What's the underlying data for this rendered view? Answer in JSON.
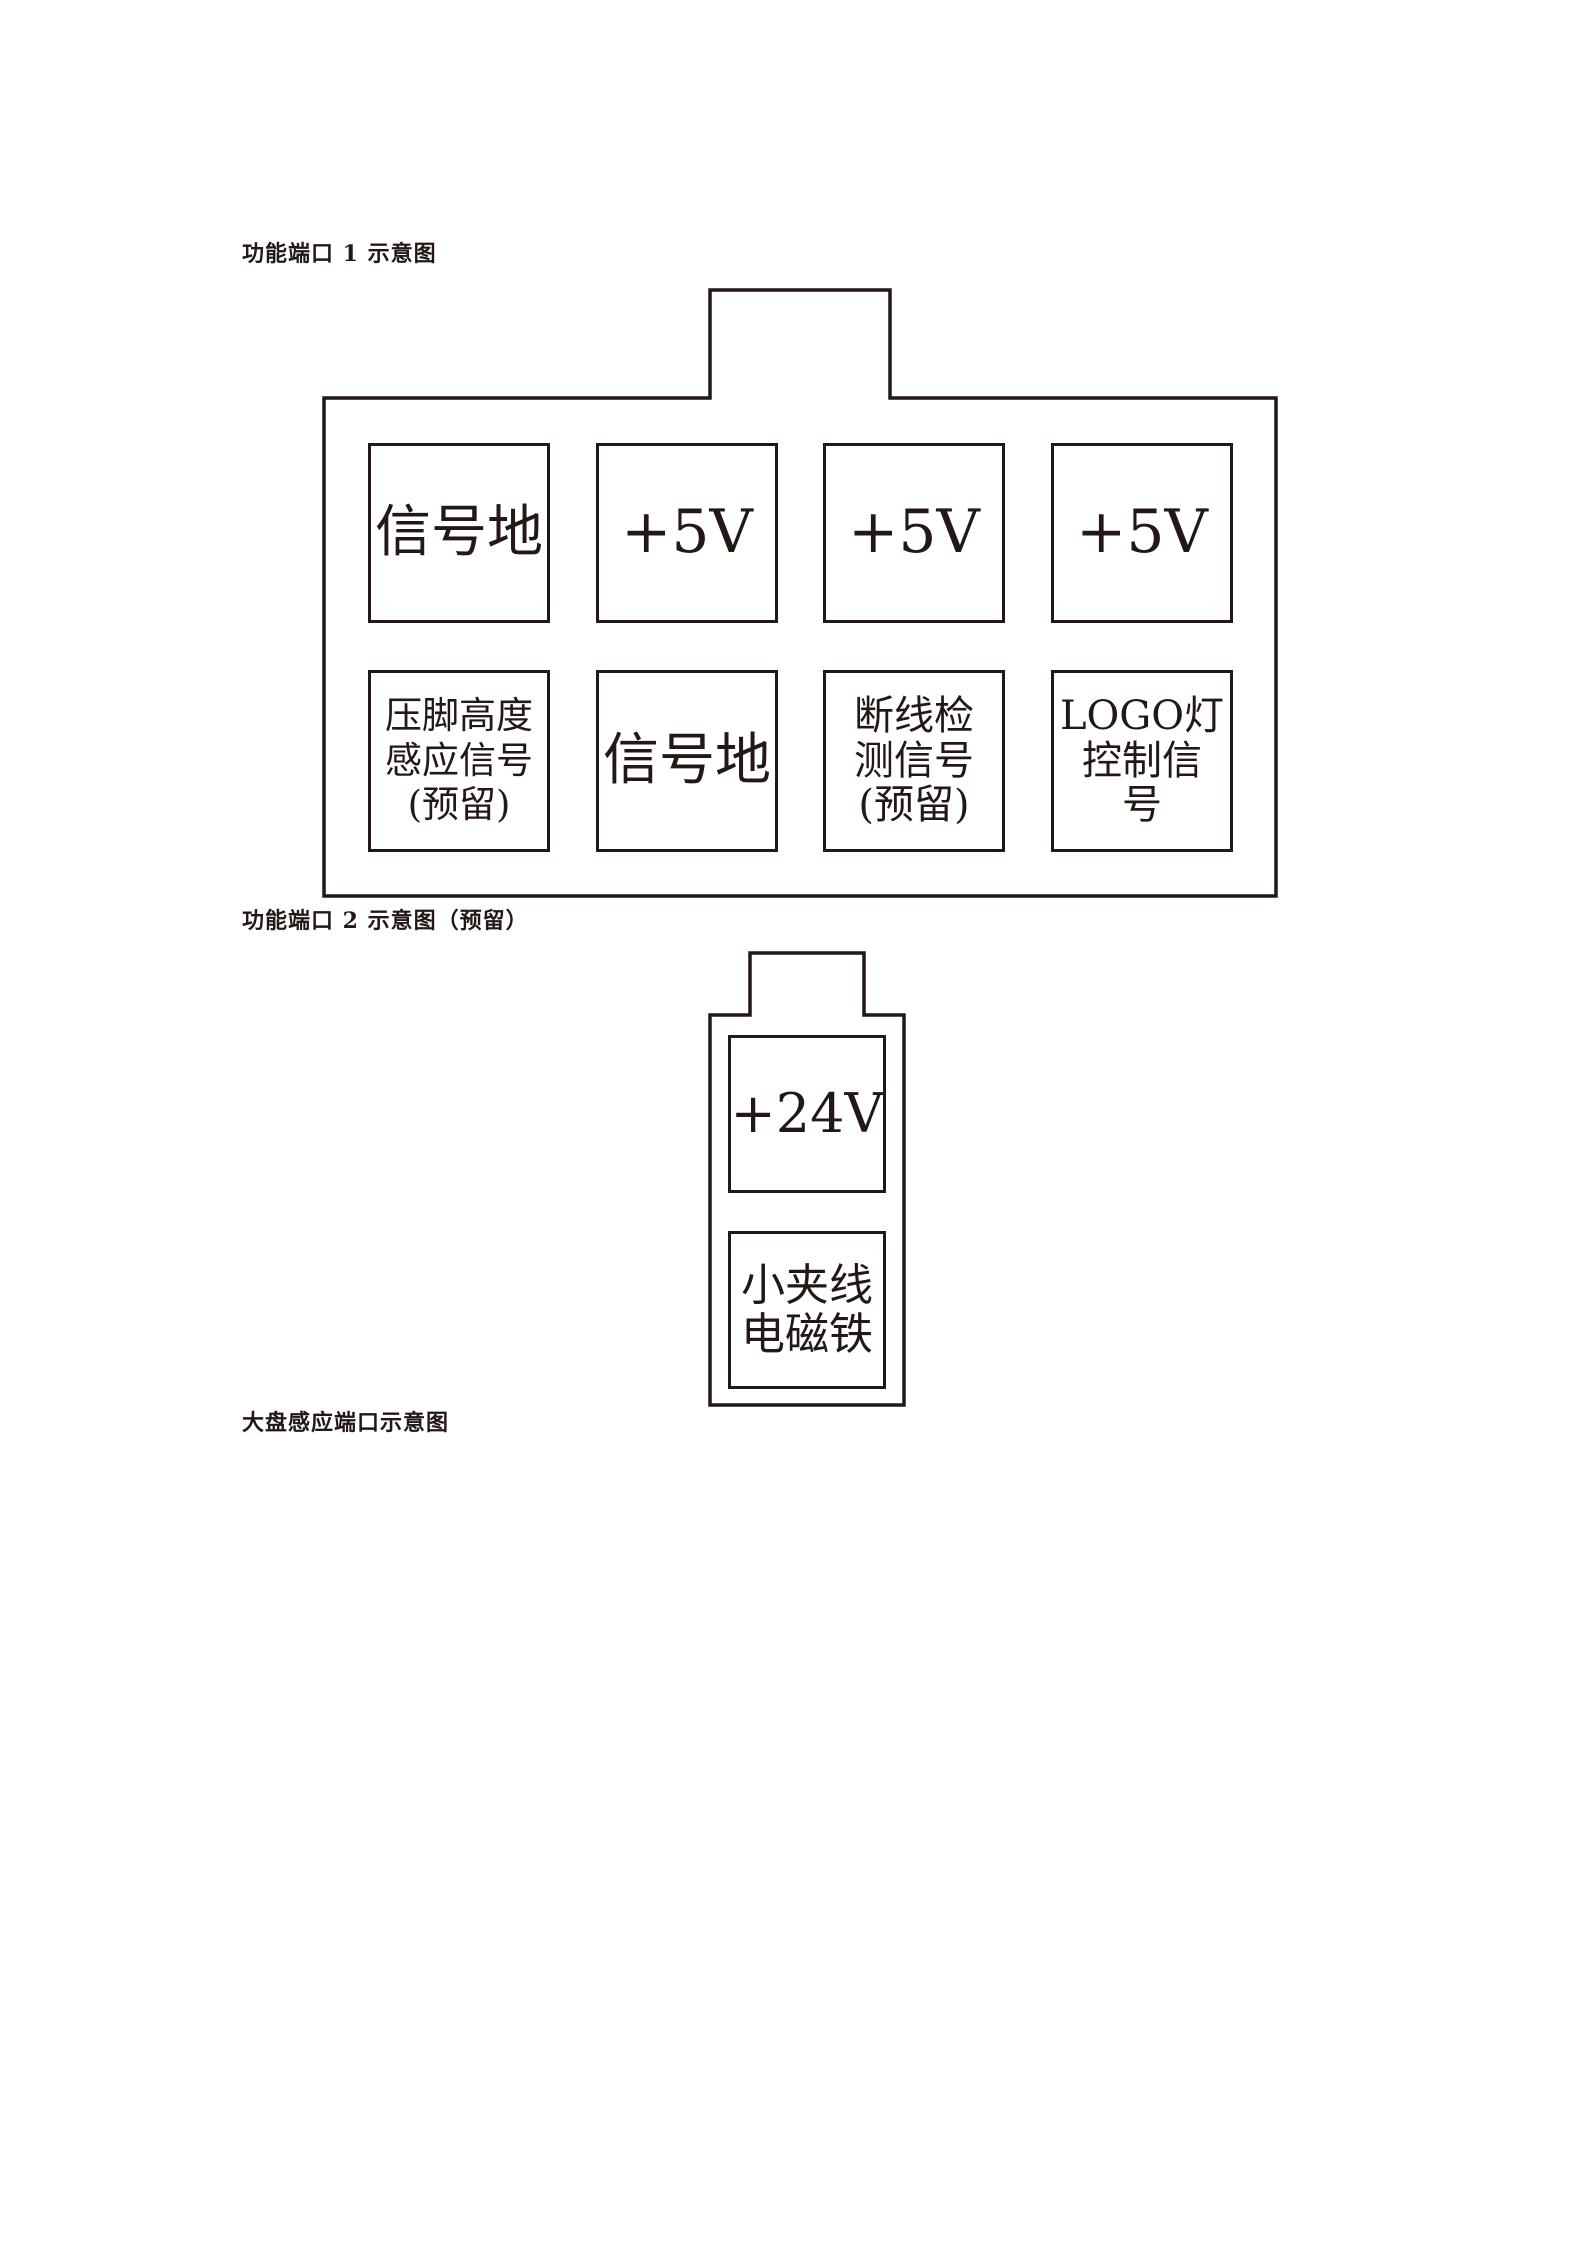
{
  "colors": {
    "stroke": "#231815",
    "background": "#ffffff"
  },
  "captions": {
    "port1": "功能端口 1 示意图",
    "port2": "功能端口 2 示意图（预留）",
    "port3": "大盘感应端口示意图"
  },
  "port1": {
    "pins": [
      {
        "label": "信号地"
      },
      {
        "label": "+5V"
      },
      {
        "label": "+5V"
      },
      {
        "label": "+5V"
      },
      {
        "label": "压脚高度\n感应信号\n(预留)"
      },
      {
        "label": "信号地"
      },
      {
        "label": "断线检\n测信号\n(预留)"
      },
      {
        "label": "LOGO灯\n控制信\n号"
      }
    ]
  },
  "port2": {
    "pins": [
      {
        "label": "+24V"
      },
      {
        "label": "小夹线\n电磁铁"
      }
    ]
  }
}
